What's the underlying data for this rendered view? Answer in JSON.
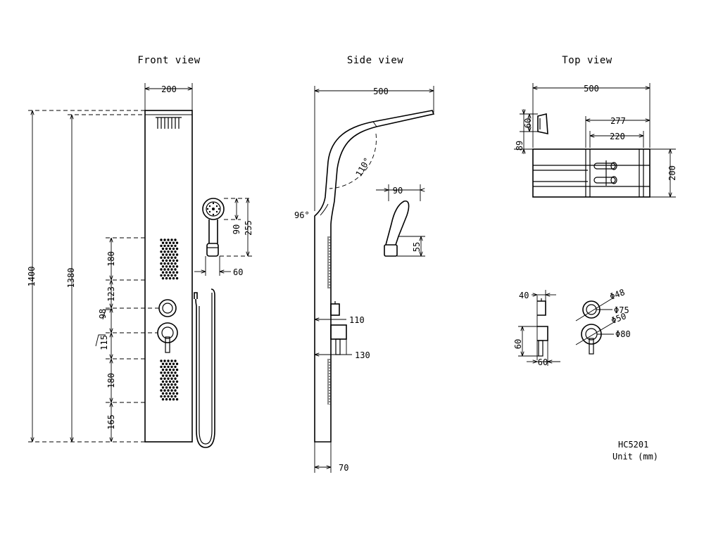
{
  "views": {
    "front": "Front view",
    "side": "Side view",
    "top": "Top view"
  },
  "front_dims": {
    "width": "200",
    "height_total": "1400",
    "height_inner": "1380",
    "nozzle_upper": "180",
    "spacing_123": "123",
    "dia_98": "98",
    "dia_115": "115",
    "nozzle_lower": "180",
    "bottom_165": "165",
    "hand_90": "90",
    "hand_255": "255",
    "hand_60": "60"
  },
  "side_dims": {
    "depth": "500",
    "angle_110": "110°",
    "angle_96": "96°",
    "head_90": "90",
    "head_55": "55",
    "knob_110": "110",
    "knob_130": "130",
    "bottom_70": "70"
  },
  "top_dims": {
    "width": "500",
    "inner_277": "277",
    "inner_220": "220",
    "height_200": "200",
    "side_60": "60",
    "side_89": "89"
  },
  "detail_dims": {
    "d40": "40",
    "d60v": "60",
    "d60h": "60",
    "phi48": "Φ48",
    "phi75": "Φ75",
    "phi50": "Φ50",
    "phi80": "Φ80"
  },
  "info": {
    "model": "HC5201",
    "unit": "Unit (mm)"
  }
}
